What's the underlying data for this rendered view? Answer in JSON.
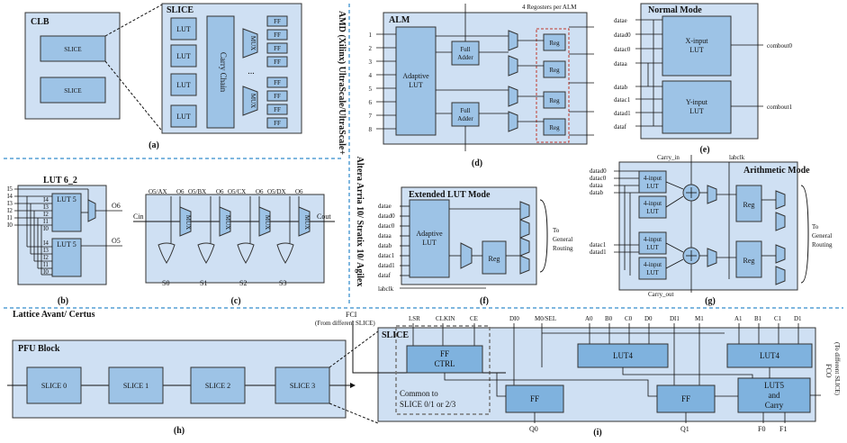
{
  "colors": {
    "panel": "#cfe0f3",
    "block": "#9dc3e6",
    "wire": "#111111",
    "divider": "#7fb7df"
  },
  "panel_a": {
    "clb": "CLB",
    "slice_title": "SLICE",
    "slice1": "SLICE",
    "slice2": "SLICE",
    "lut": "LUT",
    "carry": "Carry Chain",
    "mux": "MUX",
    "ff": "FF",
    "dots": "...",
    "caption": "(a)"
  },
  "panel_b": {
    "title": "LUT 6_2",
    "lut5a": "LUT 5",
    "lut5b": "LUT 5",
    "inputs_left": [
      "I5",
      "I4",
      "I3",
      "I2",
      "I1",
      "I0"
    ],
    "inputs_inner": [
      "I4",
      "I3",
      "I2",
      "I1",
      "I0",
      "I4",
      "I3",
      "I2",
      "I1",
      "I0"
    ],
    "o6": "O6",
    "o5": "O5",
    "caption": "(b)"
  },
  "panel_c": {
    "top_labels": [
      "O5/AX",
      "O6",
      "O5/BX",
      "O6",
      "O5/CX",
      "O6",
      "O5/DX",
      "O6"
    ],
    "mux": "MUX",
    "cin": "Cin",
    "cout": "Cout",
    "sels": [
      "S0",
      "S1",
      "S2",
      "S3"
    ],
    "caption": "(c)"
  },
  "side_labels": {
    "amd": "AMD (Xilinx) UltraScale/UltraScale+",
    "altera": "Altera Arria 10/ Stratix 10/ Agilex"
  },
  "panel_d": {
    "title": "ALM",
    "regs_note": "4 Regosters per ALM",
    "inputs": [
      "1",
      "2",
      "3",
      "4",
      "5",
      "6",
      "7",
      "8"
    ],
    "lut": "Adaptive LUT",
    "adder1": "Full Adder",
    "adder2": "Full Adder",
    "reg": "Reg",
    "caption": "(d)"
  },
  "panel_e": {
    "title": "Normal Mode",
    "inputs": [
      "datae",
      "datad0",
      "datac0",
      "dataa",
      "datab",
      "datac1",
      "datad1",
      "dataf"
    ],
    "lut_x": "X-input LUT",
    "lut_y": "Y-input LUT",
    "out0": "combout0",
    "out1": "combout1",
    "caption": "(e)"
  },
  "panel_f": {
    "title": "Extended LUT Mode",
    "inputs": [
      "datae",
      "datad0",
      "datac0",
      "dataa",
      "datab",
      "datac1",
      "datad1",
      "dataf"
    ],
    "labclk": "labclk",
    "lut": "Adaptive LUT",
    "reg": "Reg",
    "routing": "To General Routing",
    "caption": "(f)"
  },
  "panel_g": {
    "title": "Arithmetic Mode",
    "carry_in": "Carry_in",
    "carry_out": "Carry_out",
    "labclk": "labclk",
    "inputs_top": [
      "datad0",
      "datac0",
      "dataa",
      "datab"
    ],
    "inputs_bot": [
      "datac1",
      "datad1"
    ],
    "lut": "4-input LUT",
    "reg": "Reg",
    "routing": "To General Routing",
    "caption": "(g)"
  },
  "panel_h": {
    "header": "Lattice Avant/ Certus",
    "title": "PFU Block",
    "slices": [
      "SLICE 0",
      "SLICE 1",
      "SLICE 2",
      "SLICE 3"
    ],
    "caption": "(h)"
  },
  "panel_i": {
    "title": "SLICE",
    "fci": "FCI",
    "fci_note": "(From different SLICE)",
    "top_inputs": [
      "LSR",
      "CLKIN",
      "CE",
      "DI0",
      "M0/SEL",
      "A0",
      "B0",
      "C0",
      "D0",
      "DI1",
      "M1",
      "A1",
      "B1",
      "C1",
      "D1"
    ],
    "ff_ctrl": "FF CTRL",
    "common": "Common to SLICE 0/1 or 2/3",
    "ff": "FF",
    "lut4": "LUT4",
    "lut5": "LUT5 and Carry",
    "outs": [
      "Q0",
      "Q1",
      "F0",
      "F1"
    ],
    "fco": "FCO",
    "fco_note": "(To different SLICE)",
    "caption": "(i)"
  }
}
